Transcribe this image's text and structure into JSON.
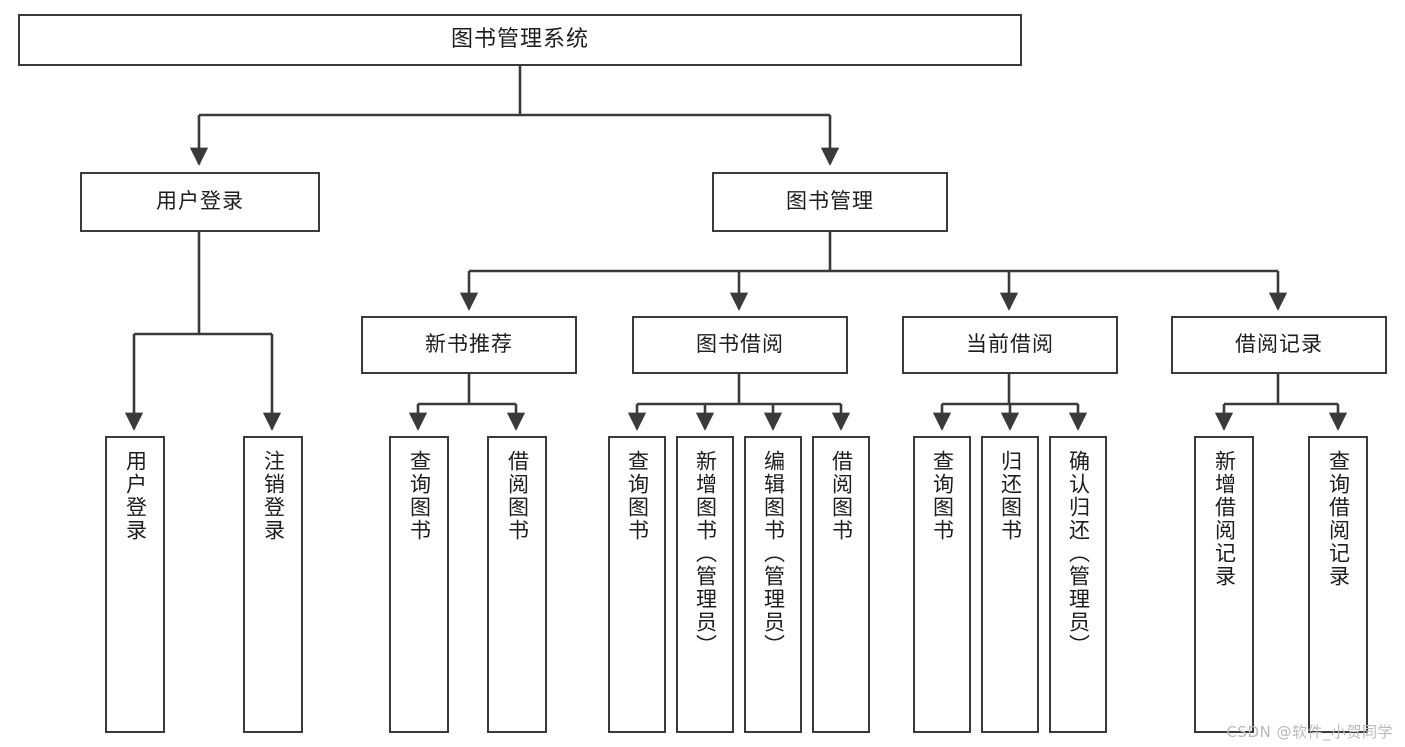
{
  "diagram": {
    "title": "图书管理系统",
    "type": "tree-hierarchy-diagram",
    "orientation": "top-down",
    "colors": {
      "stroke": "#3a3a3a",
      "fill": "#ffffff",
      "text": "#1d1d1d",
      "watermark": "#b9b9b9"
    }
  },
  "nodes": {
    "root": {
      "label": "图书管理系统"
    },
    "level2": [
      {
        "id": "user-login",
        "label": "用户登录"
      },
      {
        "id": "book-management",
        "label": "图书管理"
      }
    ],
    "level3": [
      {
        "id": "new-book-recommend",
        "label": "新书推荐"
      },
      {
        "id": "book-borrow",
        "label": "图书借阅"
      },
      {
        "id": "current-borrow",
        "label": "当前借阅"
      },
      {
        "id": "borrow-record",
        "label": "借阅记录"
      }
    ],
    "leaves": {
      "user-login": [
        {
          "id": "leaf-user-login",
          "label": "用户登录"
        },
        {
          "id": "leaf-user-logout",
          "label": "注销登录"
        }
      ],
      "new-book-recommend": [
        {
          "id": "leaf-query-book-1",
          "label": "查询图书"
        },
        {
          "id": "leaf-borrow-book-1",
          "label": "借阅图书"
        }
      ],
      "book-borrow": [
        {
          "id": "leaf-query-book-2",
          "label": "查询图书"
        },
        {
          "id": "leaf-add-book",
          "label": "新增图书（管理员）"
        },
        {
          "id": "leaf-edit-book",
          "label": "编辑图书（管理员）"
        },
        {
          "id": "leaf-borrow-book-2",
          "label": "借阅图书"
        }
      ],
      "current-borrow": [
        {
          "id": "leaf-query-book-3",
          "label": "查询图书"
        },
        {
          "id": "leaf-return-book",
          "label": "归还图书"
        },
        {
          "id": "leaf-confirm-return",
          "label": "确认归还（管理员）"
        }
      ],
      "borrow-record": [
        {
          "id": "leaf-add-record",
          "label": "新增借阅记录"
        },
        {
          "id": "leaf-query-record",
          "label": "查询借阅记录"
        }
      ]
    }
  },
  "watermark": {
    "text": "CSDN @软件_小贺同学"
  }
}
